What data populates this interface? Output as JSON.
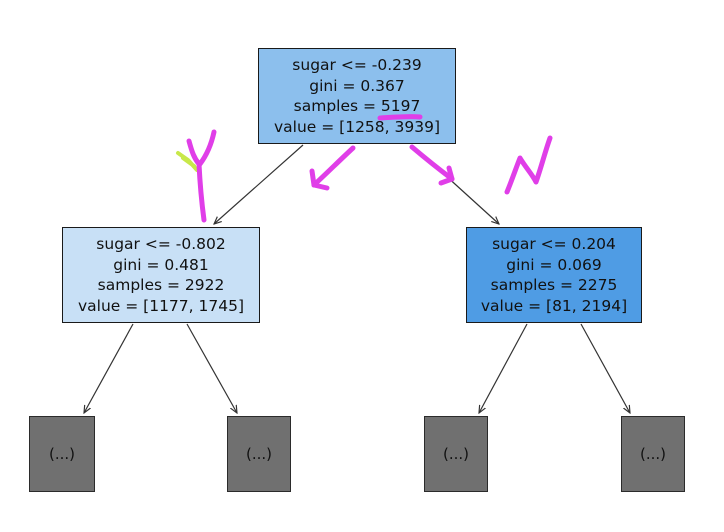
{
  "tree": {
    "root": {
      "lines": [
        "sugar <= -0.239",
        "gini = 0.367",
        "samples = 5197",
        "value = [1258, 3939]"
      ],
      "fill": "#8cbfed"
    },
    "left": {
      "lines": [
        "sugar <= -0.802",
        "gini = 0.481",
        "samples = 2922",
        "value = [1177, 1745]"
      ],
      "fill": "#c8e0f6"
    },
    "right": {
      "lines": [
        "sugar <= 0.204",
        "gini = 0.069",
        "samples = 2275",
        "value = [81, 2194]"
      ],
      "fill": "#4f9ce4"
    },
    "leaves": [
      "(...)",
      "(...)",
      "(...)",
      "(...)"
    ],
    "leaf_fill": "#707070"
  },
  "annotations": {
    "left_label": "Y",
    "right_label": "N",
    "ink_color": "#e03ee8",
    "highlight_color": "#c8e84a"
  }
}
